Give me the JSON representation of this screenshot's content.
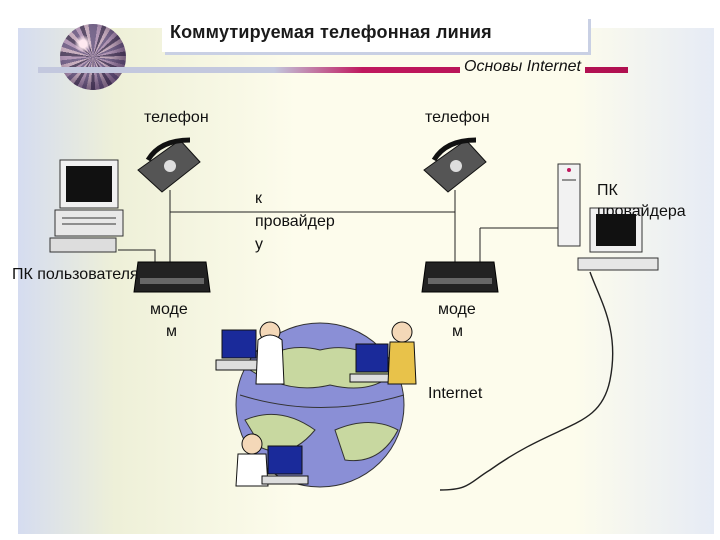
{
  "header": {
    "title": "Коммутируемая телефонная линия",
    "subtitle": "Основы Internet"
  },
  "labels": {
    "phone_left": "телефон",
    "phone_right": "телефон",
    "to_provider_1": "к",
    "to_provider_2": "провайдер",
    "to_provider_3": "у",
    "provider_pc_1": "ПК",
    "provider_pc_2": "провайдера",
    "user_pc": "ПК пользователя",
    "modem_left_1": "моде",
    "modem_left_2": "м",
    "modem_right_1": "моде",
    "modem_right_2": "м",
    "internet": "Internet"
  },
  "colors": {
    "accent": "#c0185e",
    "globe_ocean": "#8a8fd6",
    "globe_land": "#c8d8a0",
    "line": "#222222"
  }
}
